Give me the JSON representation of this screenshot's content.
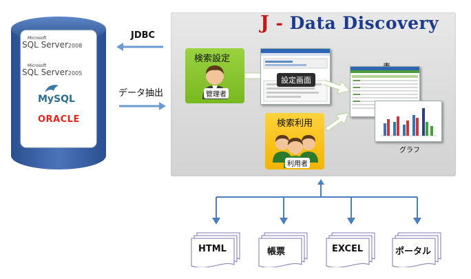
{
  "database": {
    "products": {
      "sql2008_small": "Microsoft",
      "sql2008": "SQL Server",
      "sql2008_ver": "2008",
      "sql2005_small": "Microsoft",
      "sql2005": "SQL Server",
      "sql2005_ver": "2005",
      "mysql": "MySQL",
      "oracle": "ORACLE"
    }
  },
  "connections": {
    "jdbc": "JDBC",
    "extract": "データ抽出"
  },
  "panel": {
    "title_j": "J",
    "title_dash": " - ",
    "title_rest": "Data Discovery",
    "search_settings": "検索設定",
    "admin": "管理者",
    "settings_screen": "設定画面",
    "search_use": "検索利用",
    "user": "利用者",
    "table": "表",
    "graph": "グラフ"
  },
  "outputs": [
    "HTML",
    "帳票",
    "EXCEL",
    "ポータル"
  ],
  "colors": {
    "arrow": "#4a7fc0",
    "panel": "#dcdcdc",
    "green_box": "#8cc63f",
    "yellow_box": "#f7c31a",
    "title_blue": "#1c3b8a",
    "title_red": "#c21a1a"
  }
}
